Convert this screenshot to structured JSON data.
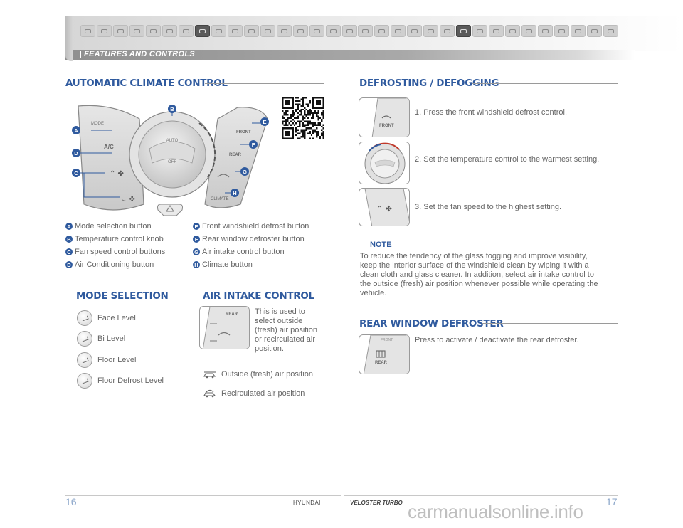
{
  "header": {
    "section": "FEATURES AND CONTROLS",
    "left_strip_count": 17,
    "left_strip_active": 7,
    "right_strip_count": 16,
    "right_strip_active": 6
  },
  "climate": {
    "title": "AUTOMATIC CLIMATE CONTROL",
    "panel": {
      "mode": "MODE",
      "ac": "A/C",
      "auto": "AUTO",
      "off": "OFF",
      "front": "FRONT",
      "rear": "REAR",
      "climate": "CLIMATE"
    },
    "legend_left": [
      {
        "key": "A",
        "text": "Mode selection button"
      },
      {
        "key": "B",
        "text": "Temperature control knob"
      },
      {
        "key": "C",
        "text": "Fan speed control buttons"
      },
      {
        "key": "D",
        "text": "Air Conditioning button"
      }
    ],
    "legend_right": [
      {
        "key": "E",
        "text": "Front windshield defrost button"
      },
      {
        "key": "F",
        "text": "Rear window defroster button"
      },
      {
        "key": "G",
        "text": "Air intake control button"
      },
      {
        "key": "H",
        "text": "Climate button"
      }
    ]
  },
  "mode_selection": {
    "title": "MODE SELECTION",
    "items": [
      "Face Level",
      "Bi Level",
      "Floor Level",
      "Floor Defrost Level"
    ]
  },
  "air_intake": {
    "title": "AIR INTAKE CONTROL",
    "desc_lines": [
      "This is used to",
      "select outside",
      "(fresh) air position",
      "or recirculated air",
      "position."
    ],
    "thumb_label": "REAR",
    "outside": "Outside (fresh) air position",
    "recirculated": "Recirculated air position"
  },
  "defrost": {
    "title": "DEFROSTING / DEFOGGING",
    "steps": [
      "1. Press the front windshield defrost control.",
      "2. Set the temperature control to the warmest setting.",
      "3. Set the fan speed to the highest setting."
    ],
    "thumb_front": "FRONT",
    "note_title": "NOTE",
    "note_lines": [
      "To reduce the tendency of the glass fogging and improve visibility,",
      "keep the interior surface of the windshield clean by wiping it with a",
      "clean cloth and glass cleaner. In addition, select air intake control to",
      "the outside (fresh) air position whenever possible while operating the",
      "vehicle."
    ]
  },
  "rear_defroster": {
    "title": "REAR WINDOW DEFROSTER",
    "text": "Press to activate / deactivate the rear defroster.",
    "thumb_label": "REAR",
    "thumb_top_label": "FRONT"
  },
  "footer": {
    "page_left": "16",
    "page_right": "17",
    "brand": "HYUNDAI",
    "model": "VELOSTER TURBO",
    "watermark": "carmanualsonline.info"
  },
  "colors": {
    "accent": "#2f5a9e",
    "text": "#666666"
  }
}
